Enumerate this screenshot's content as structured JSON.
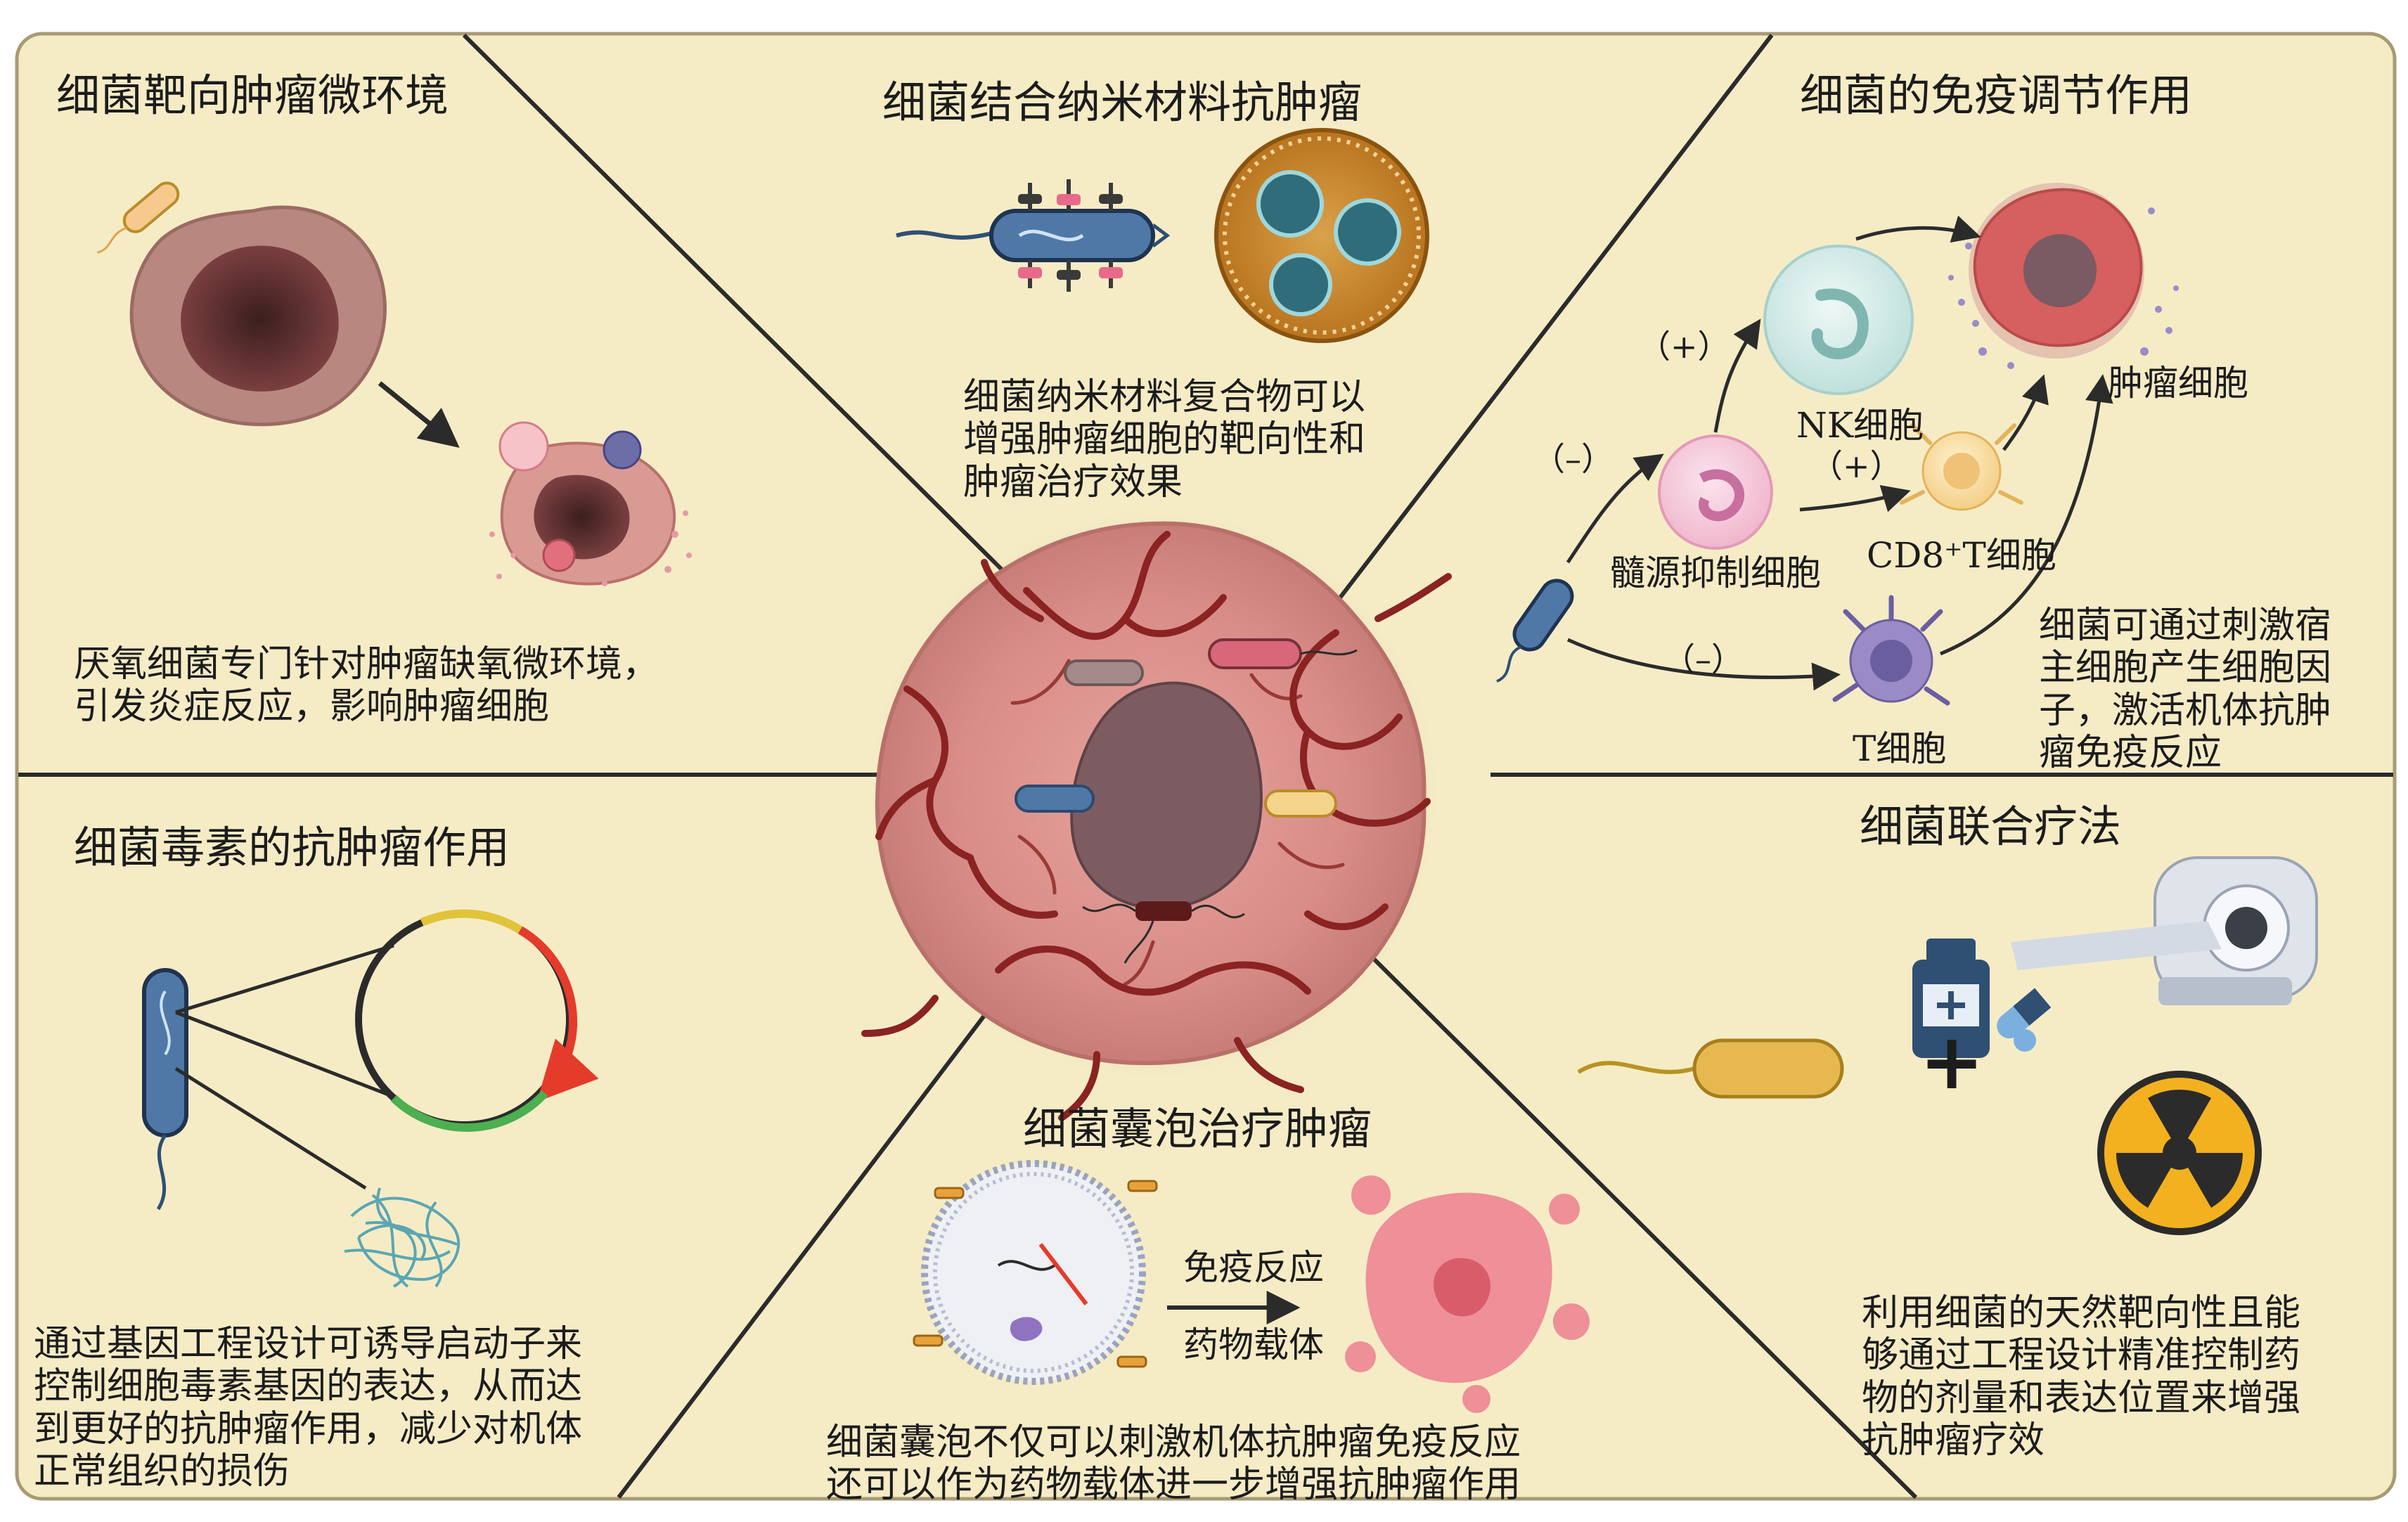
{
  "colors": {
    "panel_bg": "#f5ecc6",
    "panel_border": "#a89a72",
    "divider": "#2b2b2b",
    "tumor_pink": "#d98d88",
    "vessel_red": "#8a2322",
    "bacterium_blue": "#4f78a6",
    "drug_navy": "#2f4f73",
    "radiation_gold": "#e2a21a"
  },
  "panels": {
    "targeting": {
      "title": "细菌靶向肿瘤微环境",
      "body": "厌氧细菌专门针对肿瘤缺氧微环境，\n引发炎症反应，影响肿瘤细胞"
    },
    "nanomaterial": {
      "title": "细菌结合纳米材料抗肿瘤",
      "body": "细菌纳米材料复合物可以\n增强肿瘤细胞的靶向性和\n肿瘤治疗效果"
    },
    "immune": {
      "title": "细菌的免疫调节作用",
      "labels": {
        "tumor_cell": "肿瘤细胞",
        "nk_cell": "NK细胞",
        "mdsc": "髓源抑制细胞",
        "cd8_t": "CD8⁺T细胞",
        "t_cell": "T细胞",
        "sign_plus_nk": "（+）",
        "sign_minus_mdsc": "（–）",
        "sign_plus_cd8": "（+）",
        "sign_minus_t": "（–）"
      },
      "body": "细菌可通过刺激宿\n主细胞产生细胞因\n子，激活机体抗肿\n瘤免疫反应"
    },
    "toxin": {
      "title": "细菌毒素的抗肿瘤作用",
      "body": "通过基因工程设计可诱导启动子来\n控制细胞毒素基因的表达，从而达\n到更好的抗肿瘤作用，减少对机体\n正常组织的损伤"
    },
    "vesicle": {
      "title": "细菌囊泡治疗肿瘤",
      "arrow_top": "免疫反应",
      "arrow_bottom": "药物载体",
      "body": "细菌囊泡不仅可以刺激机体抗肿瘤免疫反应\n还可以作为药物载体进一步增强抗肿瘤作用"
    },
    "combination": {
      "title": "细菌联合疗法",
      "plus": "+",
      "body": "利用细菌的天然靶向性且能\n够通过工程设计精准控制药\n物的剂量和表达位置来增强\n抗肿瘤疗效"
    }
  }
}
